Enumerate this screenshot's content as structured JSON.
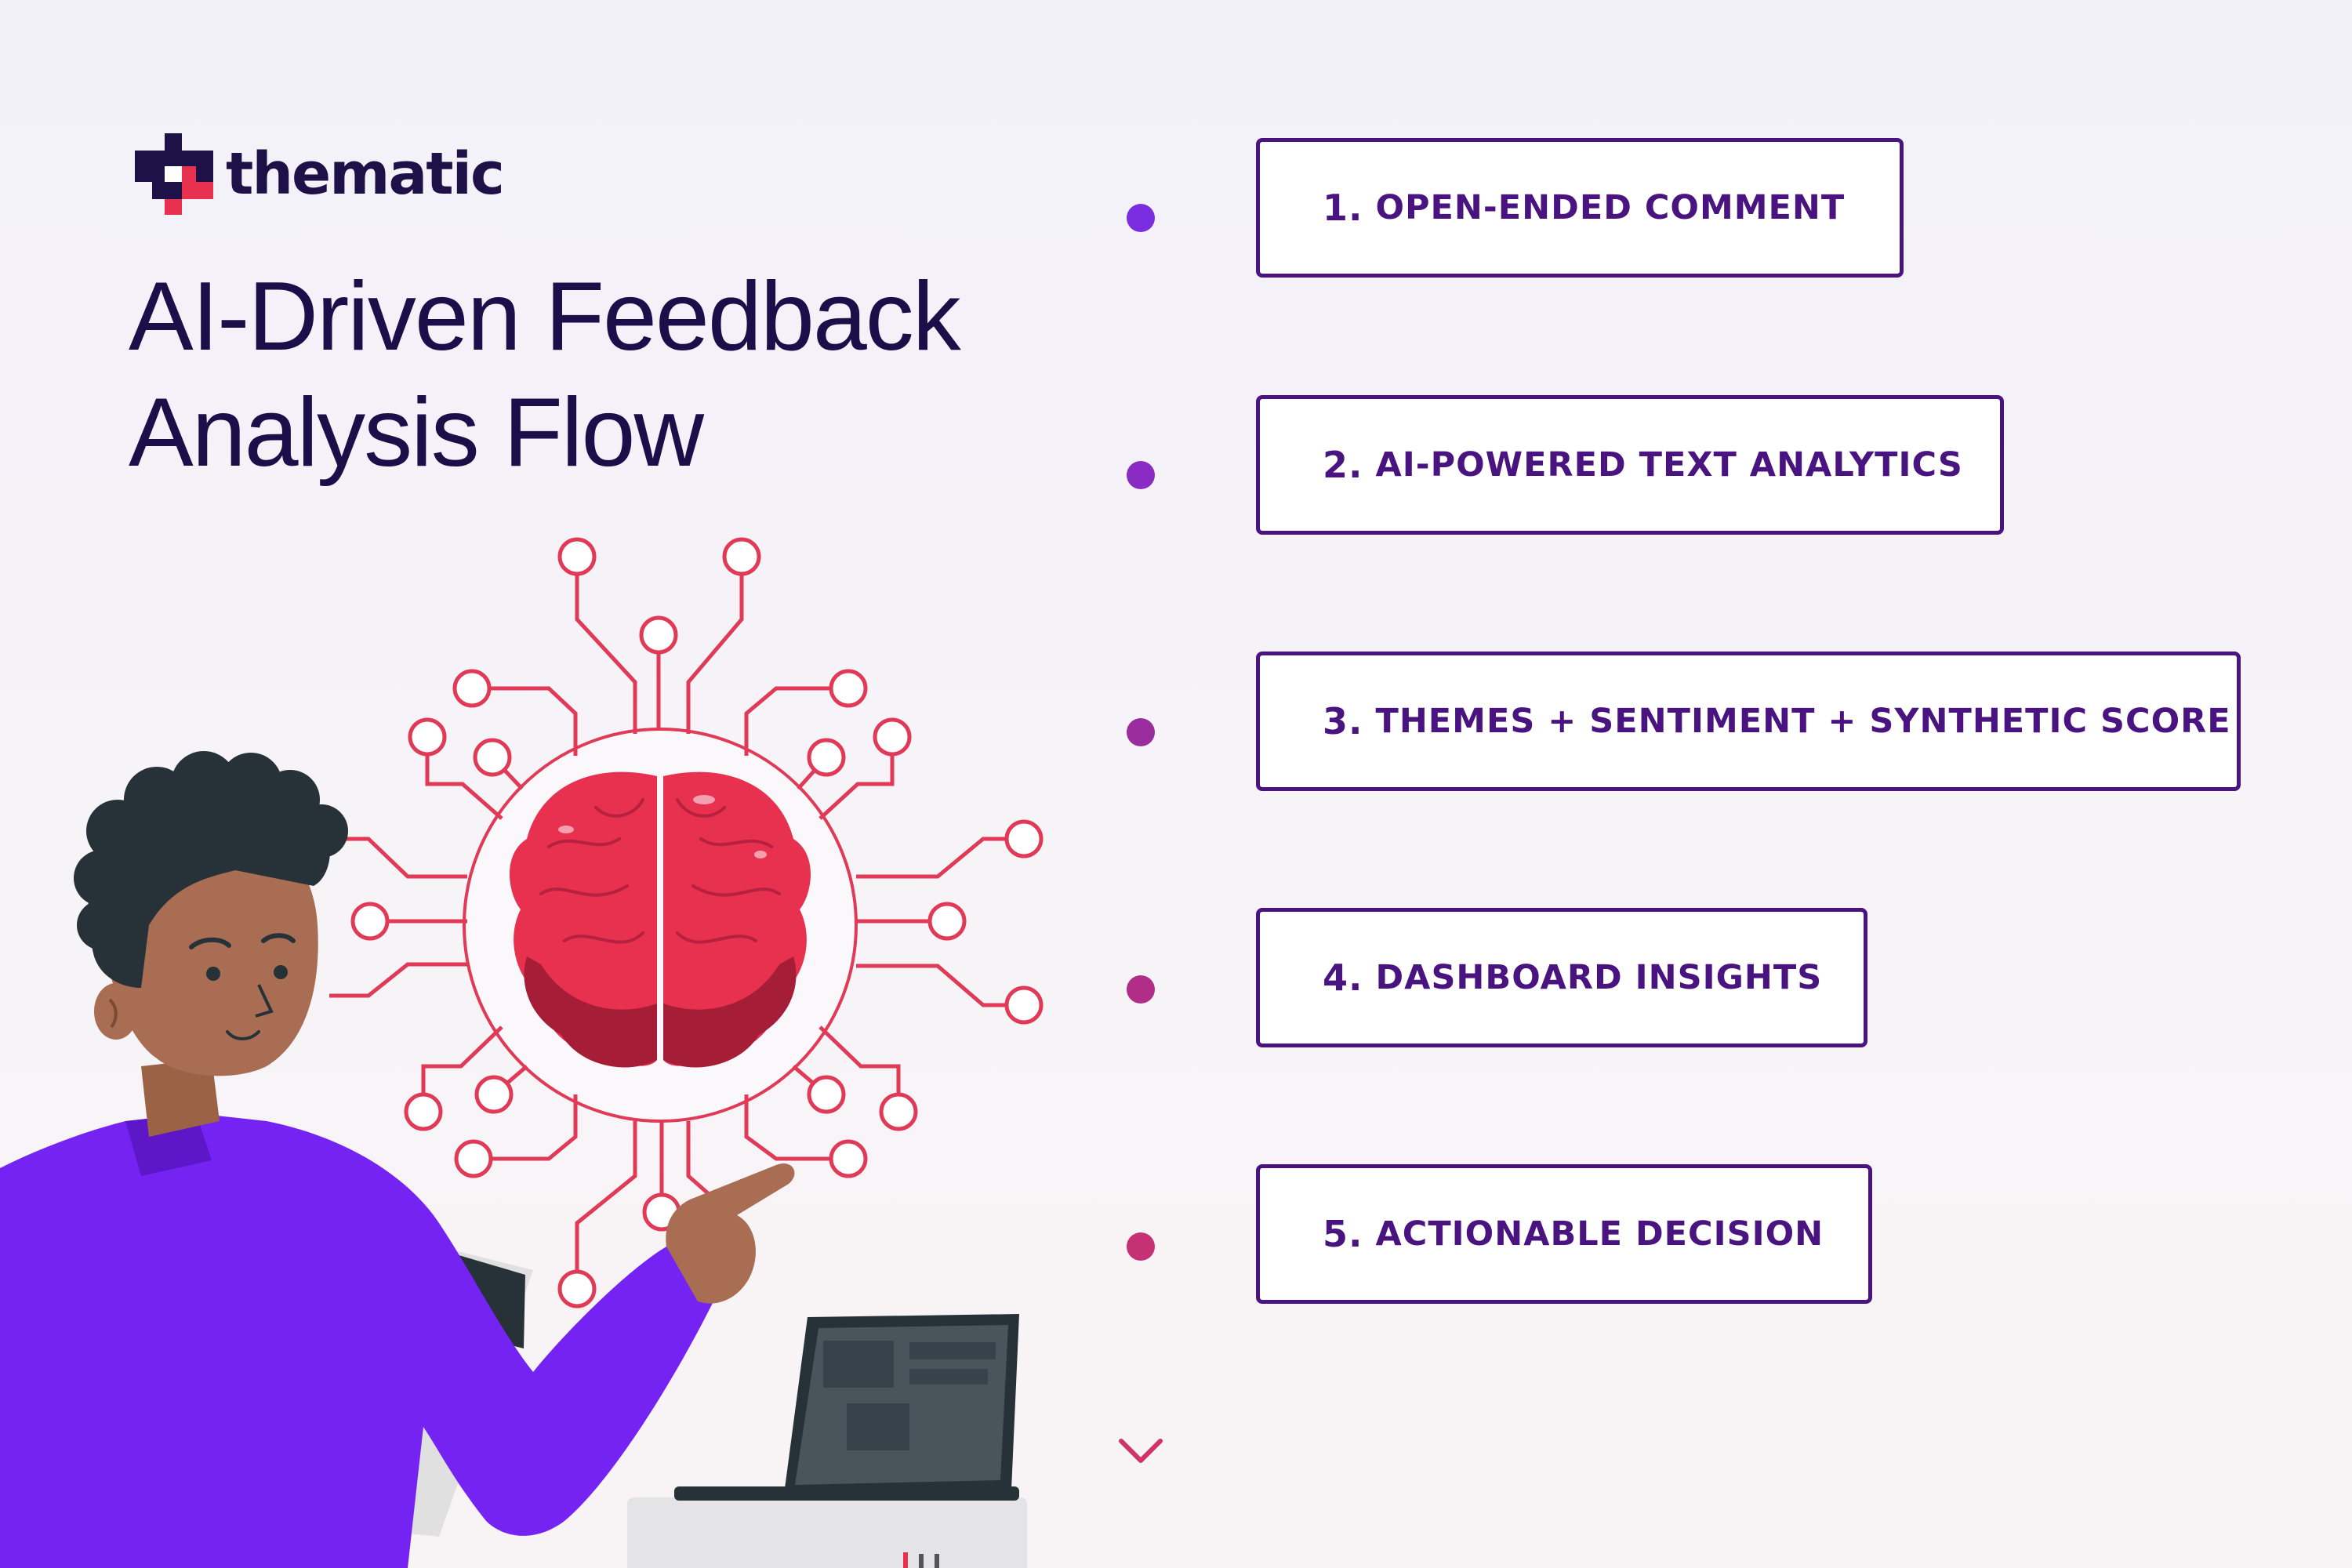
{
  "brand": {
    "name": "thematic",
    "colors": {
      "navy": "#1b0f4a",
      "red": "#e8304f",
      "purple": "#4a1480",
      "violet": "#7423f2"
    }
  },
  "title": {
    "line1": "AI-Driven Feedback",
    "line2": "Analysis Flow"
  },
  "steps": [
    {
      "number": "1.",
      "label": "OPEN-ENDED COMMENT"
    },
    {
      "number": "2.",
      "label": "AI-POWERED TEXT ANALYTICS"
    },
    {
      "number": "3.",
      "label": "THEMES + SENTIMENT + SYNTHETIC SCORE"
    },
    {
      "number": "4.",
      "label": "DASHBOARD INSIGHTS"
    },
    {
      "number": "5.",
      "label": "ACTIONABLE DECISION"
    }
  ],
  "icons": {
    "logo": "thematic-logo-icon",
    "brain": "brain-icon",
    "laptop": "laptop-icon",
    "arrow": "arrow-down-icon"
  }
}
